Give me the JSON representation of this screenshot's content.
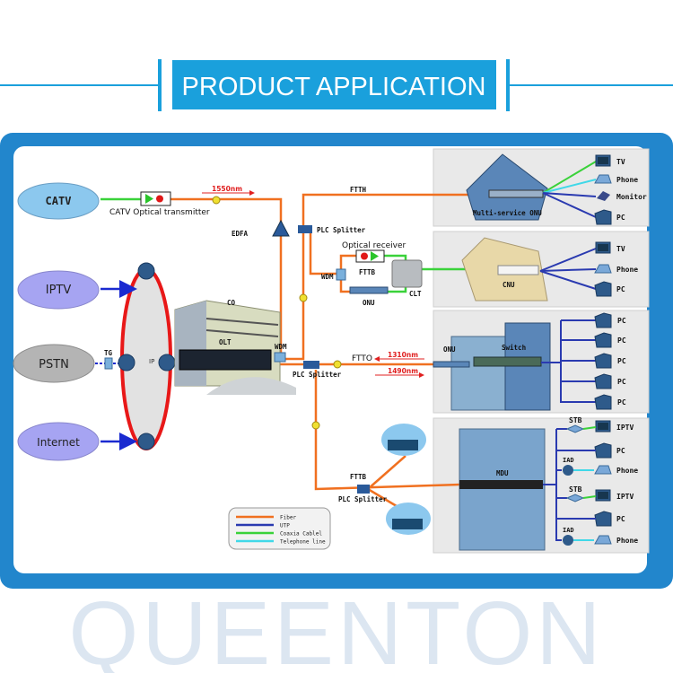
{
  "header": {
    "title": "PRODUCT APPLICATION"
  },
  "watermark": "QUEENTON",
  "colors": {
    "brand_blue": "#1aa0dc",
    "panel_blue": "#2286cc",
    "fiber": "#f07020",
    "utp": "#2a3ab0",
    "coaxial": "#3ad23a",
    "telephone": "#40d8e8",
    "ip_ring": "#e81818"
  },
  "sources": {
    "catv": "CATV",
    "iptv": "IPTV",
    "pstn": "PSTN",
    "internet": "Internet"
  },
  "labels": {
    "catv_tx": "CATV Optical transmitter",
    "wl_1550": "1550nm",
    "edfa": "EDFA",
    "ftth": "FTTH",
    "plc1": "PLC Splitter",
    "optical_receiver": "Optical receiver",
    "fttb1": "FTTB",
    "wdm1": "WDM",
    "clt": "CLT",
    "onu1": "ONU",
    "co": "CO",
    "olt": "OLT",
    "wdm2": "WDM",
    "tg": "TG",
    "ip": "IP",
    "plc2": "PLC Splitter",
    "ftto": "FTTO",
    "wl_1310": "1310nm",
    "wl_1490": "1490nm",
    "fttb2": "FTTB",
    "plc3": "PLC Splitter"
  },
  "panels": [
    {
      "device": "Multi-service ONU",
      "endpoints": [
        "TV",
        "Phone",
        "Monitor",
        "PC"
      ]
    },
    {
      "device": "CNU",
      "endpoints": [
        "TV",
        "Phone",
        "PC"
      ]
    },
    {
      "onu": "ONU",
      "switch": "Switch",
      "endpoints": [
        "PC",
        "PC",
        "PC",
        "PC",
        "PC"
      ]
    },
    {
      "device": "MDU",
      "stb": [
        "STB",
        "STB"
      ],
      "iad": [
        "IAD",
        "IAD"
      ],
      "endpoints": [
        "IPTV",
        "PC",
        "Phone",
        "IPTV",
        "PC",
        "Phone"
      ]
    }
  ],
  "legend": [
    {
      "label": "Fiber",
      "color": "#f07020"
    },
    {
      "label": "UTP",
      "color": "#2a3ab0"
    },
    {
      "label": "Coaxia Cablel",
      "color": "#3ad23a"
    },
    {
      "label": "Telephone line",
      "color": "#40d8e8"
    }
  ]
}
